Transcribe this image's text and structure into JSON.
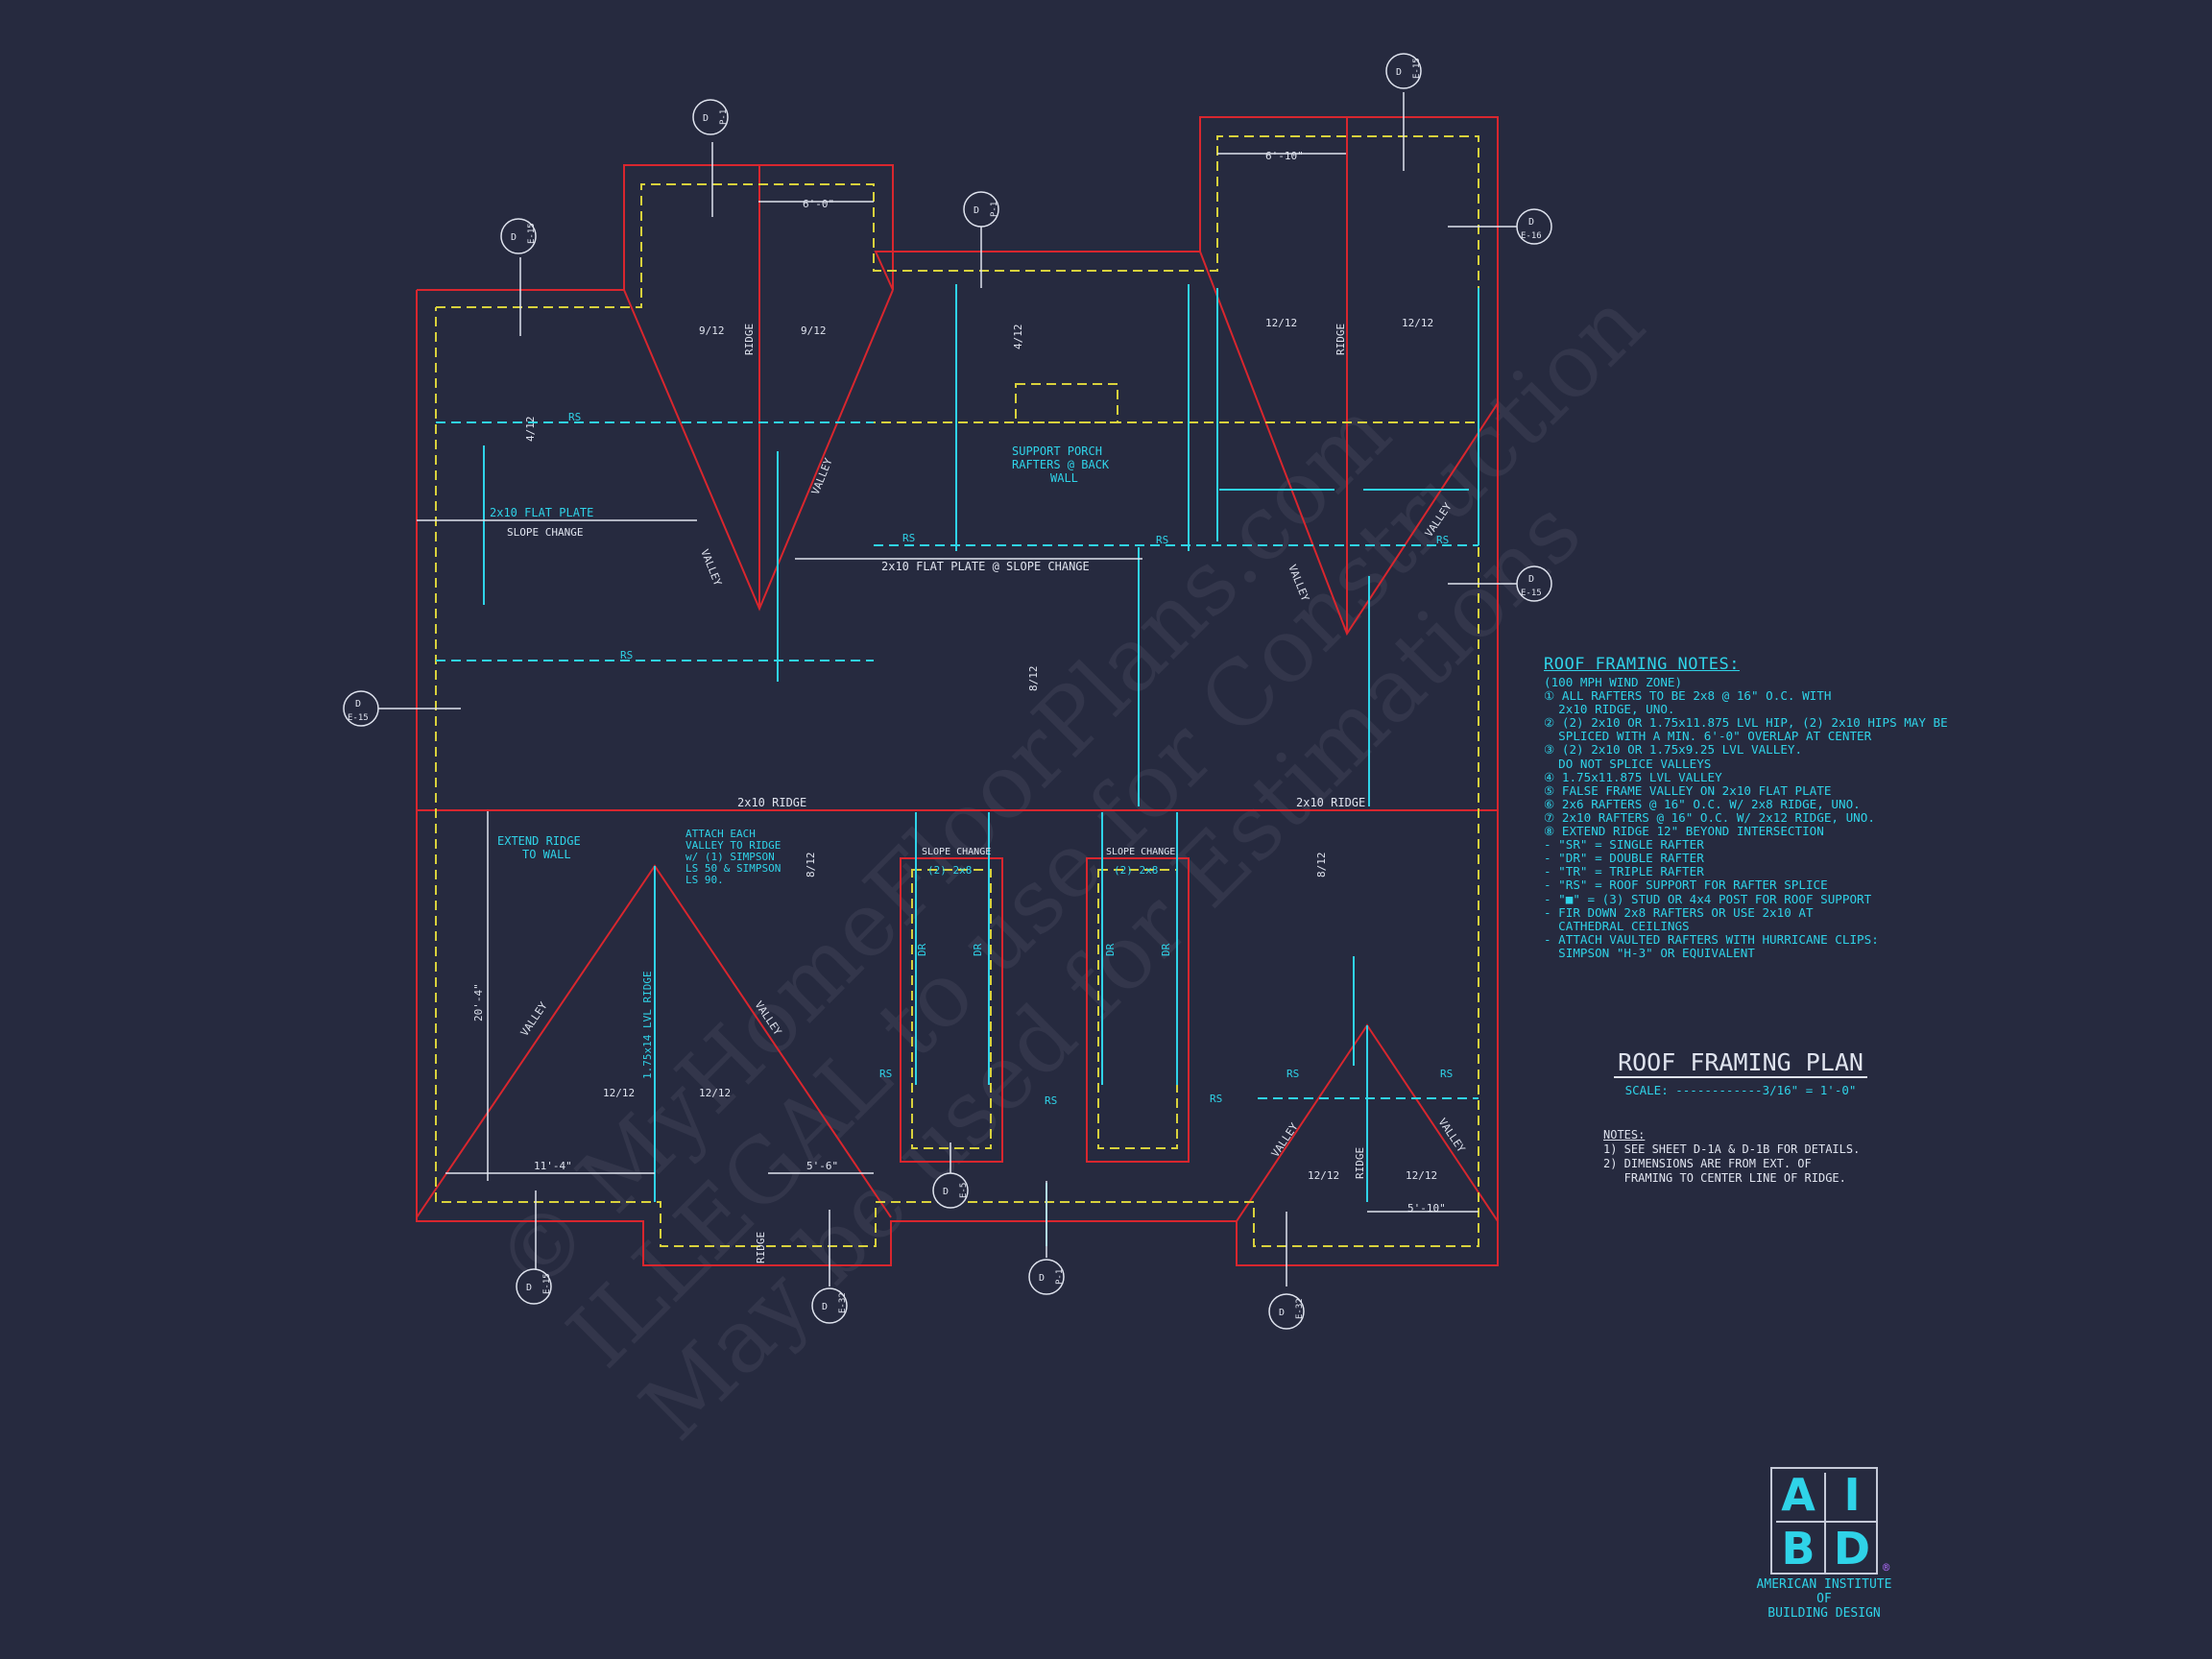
{
  "colors": {
    "background": "#262a3f",
    "exterior_wall": "#d8262e",
    "eave_dashed": "#d8d13c",
    "framing": "#2fd3e8",
    "text": "#dfe3ee",
    "logo_accent": "#b36dff"
  },
  "watermark": {
    "line1": "© MyHomeFloorPlans.com",
    "line2": "ILLEGAL to use for Construction",
    "line3": "May be used for Estimations"
  },
  "section_markers": [
    {
      "top": "D",
      "bottom": "E-15"
    },
    {
      "top": "D",
      "bottom": "P-1"
    },
    {
      "top": "D",
      "bottom": "P-1"
    },
    {
      "top": "D",
      "bottom": "E-15"
    },
    {
      "top": "D",
      "bottom": "E-16"
    },
    {
      "top": "D",
      "bottom": "E-15"
    },
    {
      "top": "D",
      "bottom": "E-15"
    },
    {
      "top": "D",
      "bottom": "E-15"
    },
    {
      "top": "D",
      "bottom": "E-32"
    },
    {
      "top": "D",
      "bottom": "E-5"
    },
    {
      "top": "D",
      "bottom": "P-1"
    },
    {
      "top": "D",
      "bottom": "E-32"
    }
  ],
  "plan_labels": {
    "dim_6_0": "6'-0\"",
    "dim_6_10": "6'-10\"",
    "dim_20_4": "20'-4\"",
    "dim_11_4": "11'-4\"",
    "dim_5_6": "5'-6\"",
    "dim_5_10": "5'-10\"",
    "ridge": "RIDGE",
    "valley": "VALLEY",
    "rs": "RS",
    "dr": "DR",
    "slope_9": "9/12",
    "slope_12": "12/12",
    "slope_4": "4/12",
    "slope_8": "8/12",
    "flat_plate_1": "2x10 FLAT PLATE",
    "slope_change": "SLOPE CHANGE",
    "flat_plate_2": "2x10 FLAT PLATE @ SLOPE CHANGE",
    "ridge_2x10": "2x10 RIDGE",
    "support_porch": [
      "SUPPORT PORCH",
      "RAFTERS @ BACK",
      "WALL"
    ],
    "extend_ridge": [
      "EXTEND RIDGE",
      "TO WALL"
    ],
    "attach_valley": [
      "ATTACH EACH",
      "VALLEY TO RIDGE",
      "w/ (1) SIMPSON",
      "LS 50 & SIMPSON",
      "LS 90."
    ],
    "lvl_ridge": "1.75x14 LVL RIDGE",
    "two_2x8": "(2) 2x8"
  },
  "roof_framing_notes": {
    "title": "ROOF FRAMING NOTES:",
    "items": [
      "(100 MPH WIND ZONE)",
      "① ALL RAFTERS TO BE 2x8 @ 16\" O.C. WITH",
      "  2x10 RIDGE, UNO.",
      "② (2) 2x10 OR 1.75x11.875 LVL HIP, (2) 2x10 HIPS MAY BE",
      "  SPLICED WITH A MIN. 6'-0\" OVERLAP AT CENTER",
      "③ (2) 2x10 OR 1.75x9.25 LVL VALLEY.",
      "  DO NOT SPLICE VALLEYS",
      "④ 1.75x11.875 LVL VALLEY",
      "⑤ FALSE FRAME VALLEY ON 2x10 FLAT PLATE",
      "⑥ 2x6 RAFTERS @ 16\" O.C. W/ 2x8 RIDGE, UNO.",
      "⑦ 2x10 RAFTERS @ 16\" O.C. W/ 2x12 RIDGE, UNO.",
      "⑧ EXTEND RIDGE 12\" BEYOND INTERSECTION",
      "- \"SR\" = SINGLE RAFTER",
      "- \"DR\" = DOUBLE RAFTER",
      "- \"TR\" = TRIPLE RAFTER",
      "- \"RS\" = ROOF SUPPORT FOR RAFTER SPLICE",
      "- \"■\" = (3) STUD OR 4x4 POST FOR ROOF SUPPORT",
      "- FIR DOWN 2x8 RAFTERS OR USE 2x10 AT",
      "  CATHEDRAL CEILINGS",
      "- ATTACH VAULTED RAFTERS WITH HURRICANE CLIPS:",
      "  SIMPSON \"H-3\" OR EQUIVALENT"
    ]
  },
  "title_block": {
    "title": "ROOF FRAMING PLAN",
    "scale": "SCALE: ------------3/16\" = 1'-0\""
  },
  "general_notes": {
    "header": "NOTES:",
    "items": [
      "1) SEE SHEET D-1A & D-1B FOR DETAILS.",
      "2) DIMENSIONS ARE FROM EXT. OF",
      "   FRAMING TO CENTER LINE OF RIDGE."
    ]
  },
  "logo": {
    "letters": [
      "A",
      "I",
      "B",
      "D"
    ],
    "caption": [
      "AMERICAN INSTITUTE",
      "OF",
      "BUILDING DESIGN"
    ],
    "registered": "®"
  }
}
